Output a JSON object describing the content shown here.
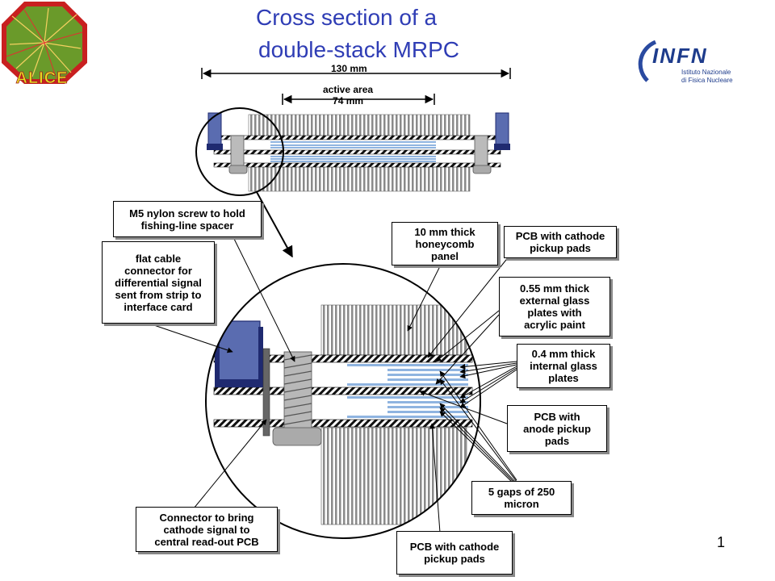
{
  "title": {
    "line1": "Cross section of a",
    "line2": "double-stack MRPC"
  },
  "logos": {
    "alice_text": "ALICE",
    "infn_text": "INFN",
    "infn_sub1": "Istituto Nazionale",
    "infn_sub2": "di Fisica Nucleare"
  },
  "dimensions": {
    "overall": "130 mm",
    "active_line1": "active area",
    "active_line2": "74 mm"
  },
  "callouts": {
    "screw": [
      "M5 nylon screw to hold",
      "fishing-line spacer"
    ],
    "flat_cable": [
      "flat cable",
      "connector for",
      "differential signal",
      "sent from strip to",
      "interface card"
    ],
    "honeycomb": [
      "10 mm thick",
      "honeycomb",
      "panel"
    ],
    "pcb_cathode_top": [
      "PCB with cathode",
      "pickup pads"
    ],
    "external_glass": [
      "0.55 mm thick",
      "external glass",
      "plates with",
      "acrylic paint"
    ],
    "internal_glass": [
      "0.4 mm thick",
      "internal glass",
      "plates"
    ],
    "pcb_anode": [
      "PCB with",
      "anode pickup",
      "pads"
    ],
    "gaps": [
      "5 gaps of 250",
      "micron"
    ],
    "connector_cathode": [
      "Connector to bring",
      "cathode signal to",
      "central read-out PCB"
    ],
    "pcb_cathode_bottom": [
      "PCB with cathode",
      "pickup pads"
    ]
  },
  "page_number": "1",
  "colors": {
    "title": "#2f3db5",
    "glass": "#8fb4e0",
    "connector": "#5a6cb0",
    "screw": "#aaaaaa",
    "honeycomb": "#888888"
  }
}
